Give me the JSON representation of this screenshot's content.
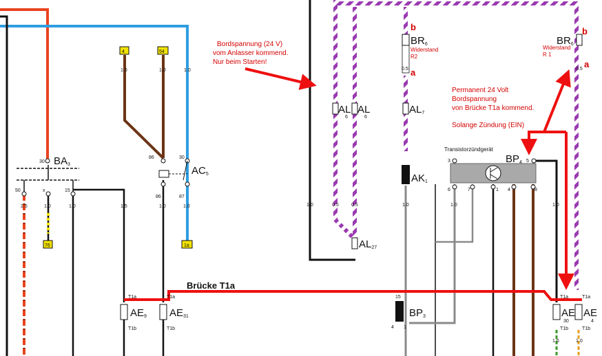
{
  "colors": {
    "wire_black": "#111111",
    "wire_red": "#e8431e",
    "wire_blue": "#2f9de0",
    "wire_brown": "#6b3415",
    "wire_grey": "#8a8a8a",
    "highlight_red": "#ee1010",
    "stripe_purple": "#9a3ab0",
    "terminal_yellow": "#f2e200",
    "box_grey": "#a9a9a9"
  },
  "terminals": {
    "t4": "4",
    "t54": "54",
    "t76": "76",
    "t1a": "1a"
  },
  "components": {
    "ba3": {
      "name": "BA",
      "sub": "3"
    },
    "ac5": {
      "name": "AC",
      "sub": "5"
    },
    "al6a": {
      "name": "AL",
      "sub": "6"
    },
    "al6b": {
      "name": "AL",
      "sub": "6"
    },
    "al7": {
      "name": "AL",
      "sub": "7"
    },
    "al27": {
      "name": "AL",
      "sub": "27"
    },
    "ak1": {
      "name": "AK",
      "sub": "1"
    },
    "br6": {
      "name": "BR",
      "sub": "6"
    },
    "br6r": {
      "name": "BR",
      "sub": "6"
    },
    "bp4": {
      "name": "BP",
      "sub": "4"
    },
    "bp3": {
      "name": "BP",
      "sub": "3"
    },
    "ae9": {
      "name": "AE",
      "sub": "9"
    },
    "ae31": {
      "name": "AE",
      "sub": "31"
    },
    "ae30": {
      "name": "AE",
      "sub": "30"
    },
    "ae4": {
      "name": "AE",
      "sub": "4"
    }
  },
  "device": {
    "title": "Transistorzündgerät"
  },
  "pins": {
    "p30": "30",
    "p50": "50",
    "px": "x",
    "p15": "15",
    "p86": "86",
    "p87": "87",
    "p3": "3",
    "p5": "5",
    "p6": "6",
    "p7": "7",
    "p1": "1",
    "p4": "4",
    "p8": "8",
    "t1a": "T1a",
    "t1b": "T1b"
  },
  "wire_sizes": {
    "w10": "1.0",
    "w25": "2.5",
    "w15": "1.5",
    "w05": "0.5"
  },
  "annotations": {
    "left_text_lines": [
      "Bordspannung (24 V)",
      "vom Anlasser kommend.",
      "Nur beim Starten!"
    ],
    "right_text_lines": [
      "Permanent 24 Volt",
      "Bordspannung",
      "von Brücke T1a kommend."
    ],
    "zuendung": "Solange Zündung (EIN)",
    "bridge": "Brücke T1a",
    "b_left": "b",
    "a_left": "a",
    "b_right": "b",
    "a_right": "a",
    "widerstand_r2": [
      "Widerstand",
      "R2"
    ],
    "widerstand_r1": [
      "Widerstand",
      "R 1"
    ]
  }
}
